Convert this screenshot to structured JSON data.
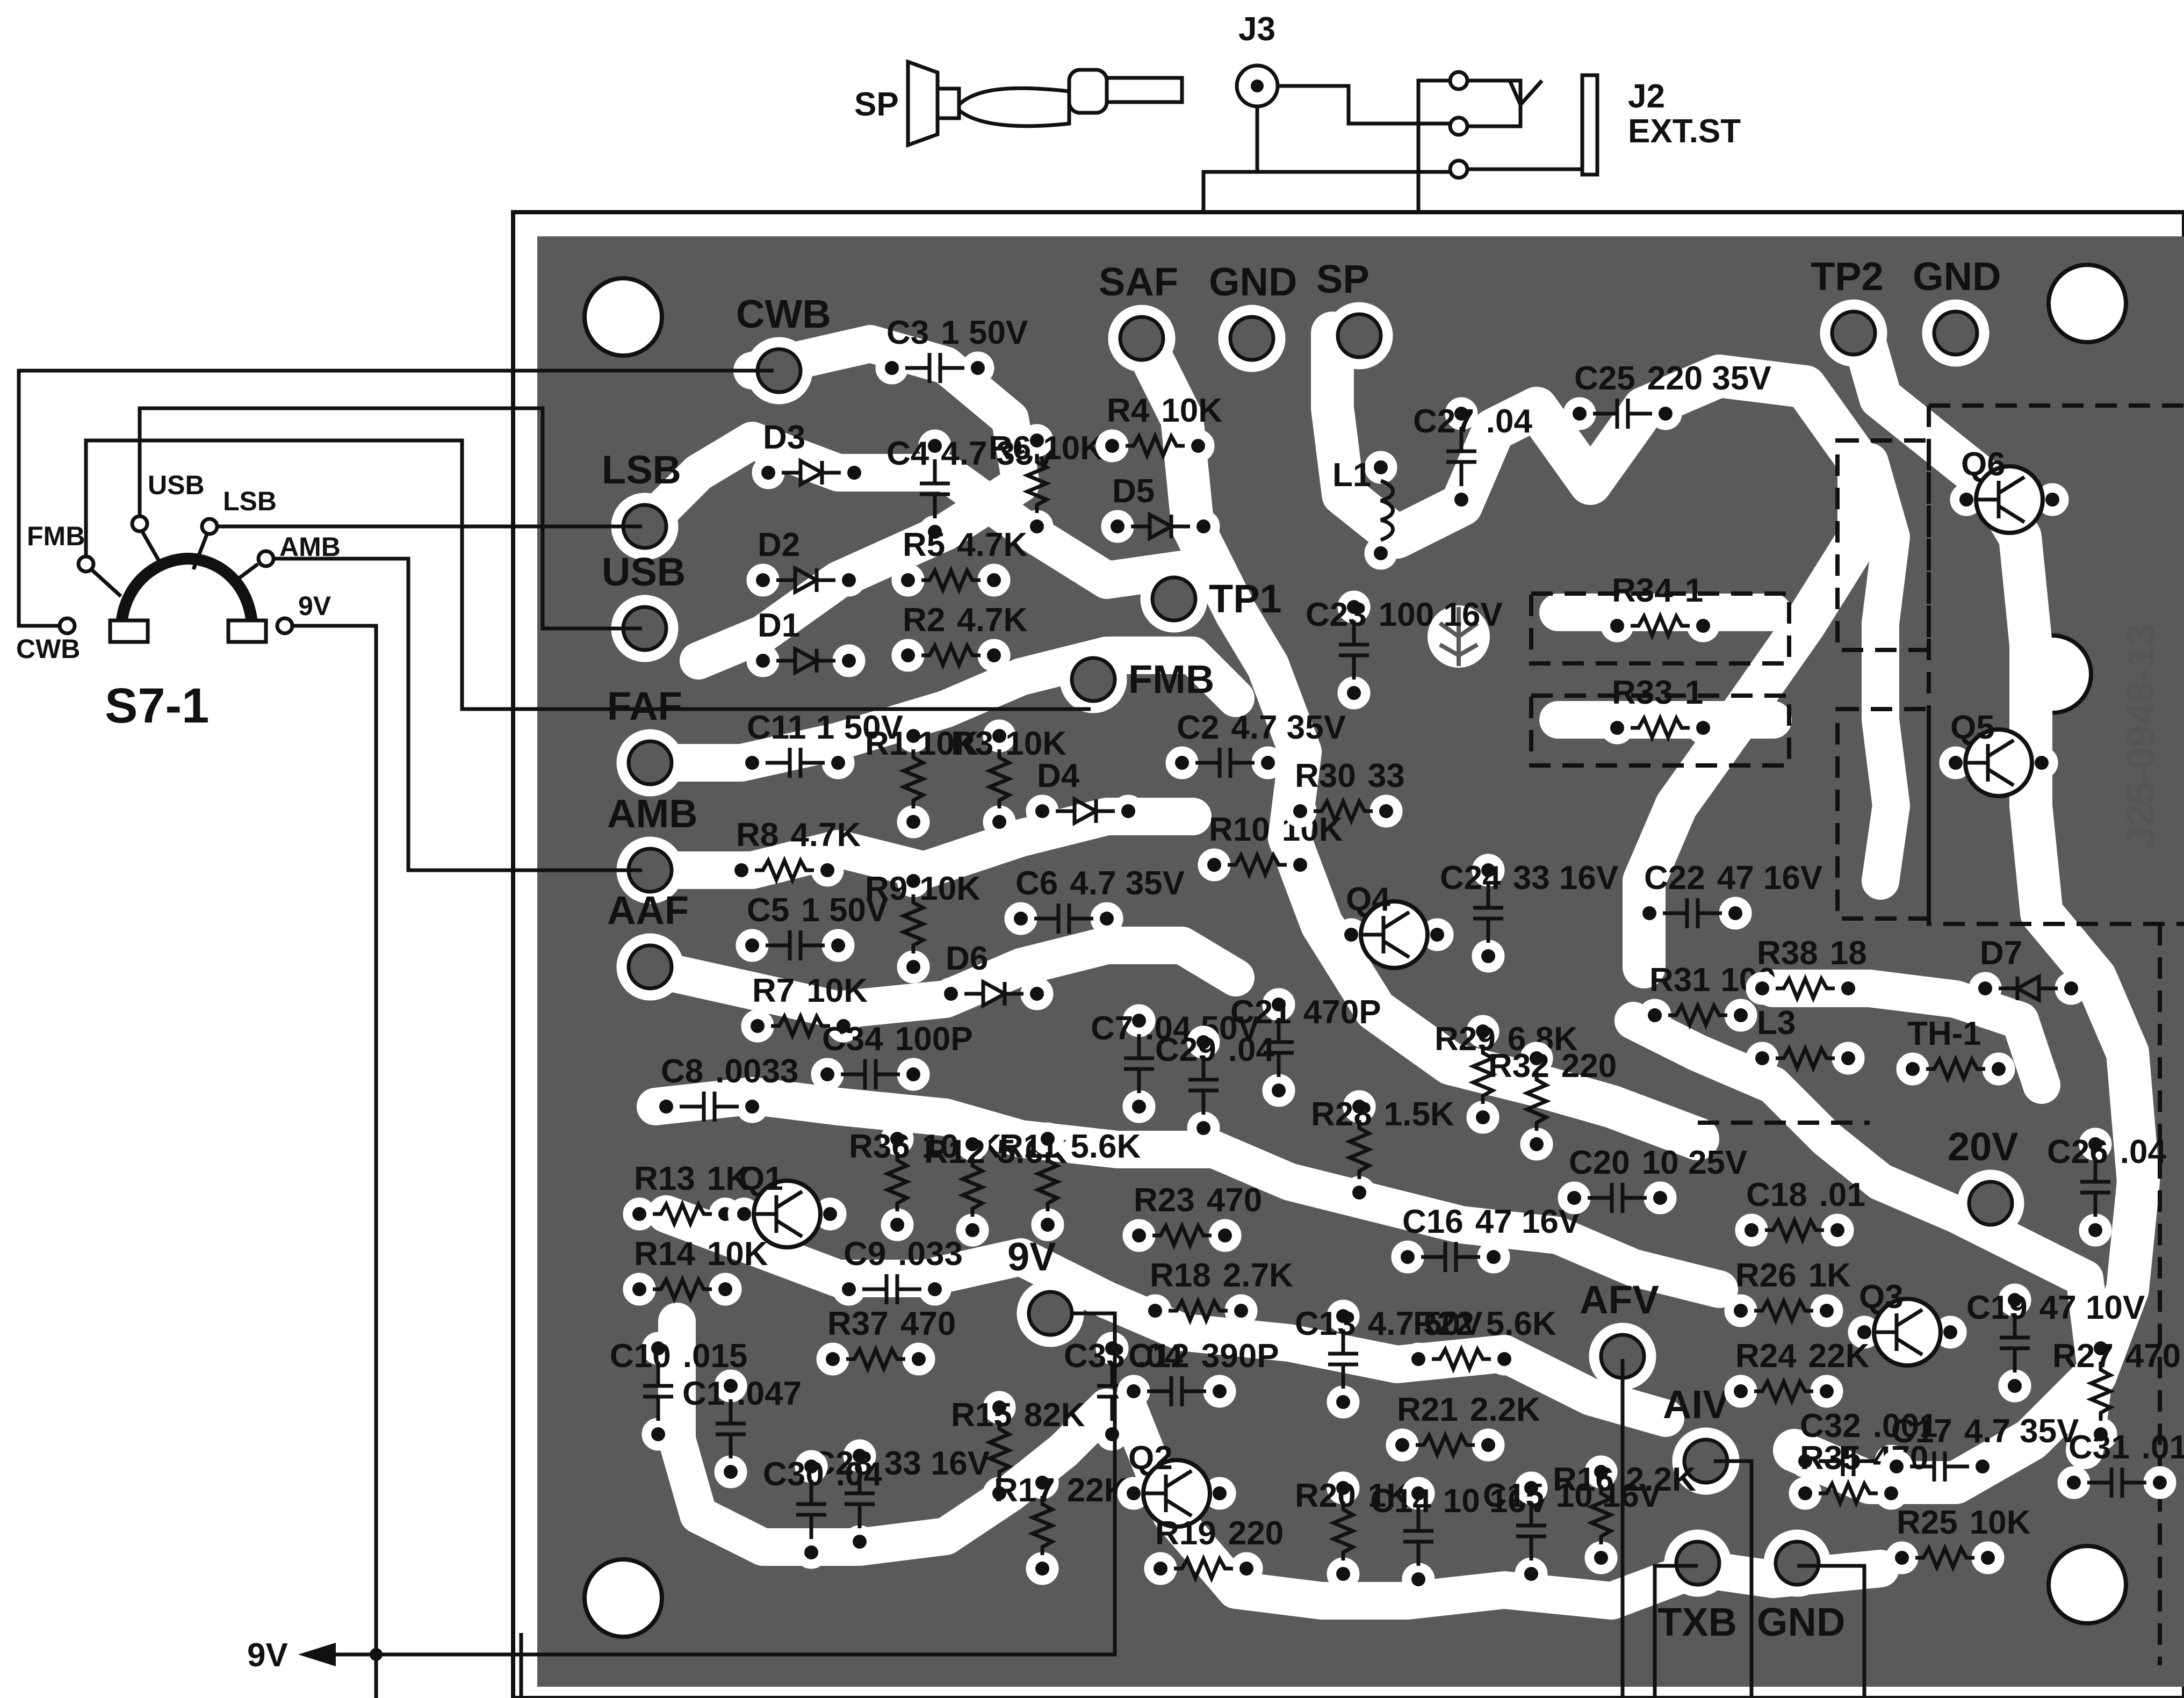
{
  "top_connectors": {
    "sp_label": "SP",
    "j3_label": "J3",
    "j2_label": "J2",
    "j2_sub": "EXT.ST"
  },
  "switch": {
    "name": "S7-1",
    "positions": [
      "FMB",
      "USB",
      "LSB",
      "AMB",
      "9V",
      "CWB"
    ]
  },
  "supply_arrow_label": "9V",
  "part_number": "J25-0948-13",
  "pads": [
    "CWB",
    "LSB",
    "USB",
    "FAF",
    "AMB",
    "AAF",
    "SAF",
    "GND",
    "SP",
    "TP2",
    "GND",
    "TP1",
    "FMB",
    "9V",
    "AFV",
    "AIV",
    "TXB",
    "GND",
    "20V"
  ],
  "components": [
    {
      "ref": "C3",
      "value": "1 50V"
    },
    {
      "ref": "D3",
      "value": ""
    },
    {
      "ref": "D2",
      "value": ""
    },
    {
      "ref": "D1",
      "value": ""
    },
    {
      "ref": "C4",
      "value": "4.7 35V"
    },
    {
      "ref": "R6",
      "value": "10K"
    },
    {
      "ref": "R4",
      "value": "10K"
    },
    {
      "ref": "D5",
      "value": ""
    },
    {
      "ref": "R5",
      "value": "4.7K"
    },
    {
      "ref": "R2",
      "value": "4.7K"
    },
    {
      "ref": "C11",
      "value": "1 50V"
    },
    {
      "ref": "R1",
      "value": "10K"
    },
    {
      "ref": "R3",
      "value": "10K"
    },
    {
      "ref": "D4",
      "value": ""
    },
    {
      "ref": "C2",
      "value": "4.7 35V"
    },
    {
      "ref": "R8",
      "value": "4.7K"
    },
    {
      "ref": "C6",
      "value": "4.7 35V"
    },
    {
      "ref": "R9",
      "value": "10K"
    },
    {
      "ref": "C5",
      "value": "1 50V"
    },
    {
      "ref": "D6",
      "value": ""
    },
    {
      "ref": "R7",
      "value": "10K"
    },
    {
      "ref": "R10",
      "value": "10K"
    },
    {
      "ref": "R30",
      "value": "33"
    },
    {
      "ref": "Q4",
      "value": ""
    },
    {
      "ref": "C21",
      "value": "470P"
    },
    {
      "ref": "C24",
      "value": "33 16V"
    },
    {
      "ref": "C23",
      "value": "100 16V"
    },
    {
      "ref": "L1",
      "value": ""
    },
    {
      "ref": "C27",
      "value": ".04"
    },
    {
      "ref": "C25",
      "value": "220 35V"
    },
    {
      "ref": "R34",
      "value": "1"
    },
    {
      "ref": "R33",
      "value": "1"
    },
    {
      "ref": "Q6",
      "value": ""
    },
    {
      "ref": "Q5",
      "value": ""
    },
    {
      "ref": "C22",
      "value": "47 16V"
    },
    {
      "ref": "R31",
      "value": "100"
    },
    {
      "ref": "R38",
      "value": "18"
    },
    {
      "ref": "D7",
      "value": ""
    },
    {
      "ref": "L3",
      "value": ""
    },
    {
      "ref": "TH-1",
      "value": ""
    },
    {
      "ref": "C8",
      "value": ".0033"
    },
    {
      "ref": "C34",
      "value": "100P"
    },
    {
      "ref": "C7",
      "value": ".04 50V"
    },
    {
      "ref": "C29",
      "value": ".04"
    },
    {
      "ref": "R36",
      "value": "100K"
    },
    {
      "ref": "R12",
      "value": "5.6K"
    },
    {
      "ref": "R11",
      "value": "5.6K"
    },
    {
      "ref": "R13",
      "value": "1K"
    },
    {
      "ref": "R14",
      "value": "10K"
    },
    {
      "ref": "Q1",
      "value": ""
    },
    {
      "ref": "C9",
      "value": ".033"
    },
    {
      "ref": "R23",
      "value": "470"
    },
    {
      "ref": "R18",
      "value": "2.7K"
    },
    {
      "ref": "R29",
      "value": "6.8K"
    },
    {
      "ref": "R32",
      "value": "220"
    },
    {
      "ref": "R28",
      "value": "1.5K"
    },
    {
      "ref": "C16",
      "value": "47 16V"
    },
    {
      "ref": "C20",
      "value": "10 25V"
    },
    {
      "ref": "C18",
      "value": ".01"
    },
    {
      "ref": "R26",
      "value": "1K"
    },
    {
      "ref": "Q3",
      "value": ""
    },
    {
      "ref": "C19",
      "value": "47 10V"
    },
    {
      "ref": "R27",
      "value": "470"
    },
    {
      "ref": "C26",
      "value": ".04"
    },
    {
      "ref": "C10",
      "value": ".015"
    },
    {
      "ref": "C1",
      "value": ".047"
    },
    {
      "ref": "R37",
      "value": "470"
    },
    {
      "ref": "C33",
      "value": ".04"
    },
    {
      "ref": "C12",
      "value": "390P"
    },
    {
      "ref": "R22",
      "value": "5.6K"
    },
    {
      "ref": "C13",
      "value": "4.7 50V"
    },
    {
      "ref": "R24",
      "value": "22K"
    },
    {
      "ref": "R21",
      "value": "2.2K"
    },
    {
      "ref": "C32",
      "value": ".001"
    },
    {
      "ref": "R35",
      "value": "470"
    },
    {
      "ref": "C17",
      "value": "4.7 35V"
    },
    {
      "ref": "C31",
      "value": ".01"
    },
    {
      "ref": "C28",
      "value": "33 16V"
    },
    {
      "ref": "R15",
      "value": "82K"
    },
    {
      "ref": "R17",
      "value": "22K"
    },
    {
      "ref": "Q2",
      "value": ""
    },
    {
      "ref": "C30",
      "value": ".04"
    },
    {
      "ref": "R19",
      "value": "220"
    },
    {
      "ref": "R20",
      "value": "1K"
    },
    {
      "ref": "C14",
      "value": "10 16V"
    },
    {
      "ref": "C15",
      "value": "10 16V"
    },
    {
      "ref": "R16",
      "value": "2.2K"
    },
    {
      "ref": "R25",
      "value": "10K"
    }
  ],
  "colors": {
    "board": "#5a5a5a",
    "traces": "#ffffff",
    "ink": "#111111",
    "page": "#ffffff"
  }
}
